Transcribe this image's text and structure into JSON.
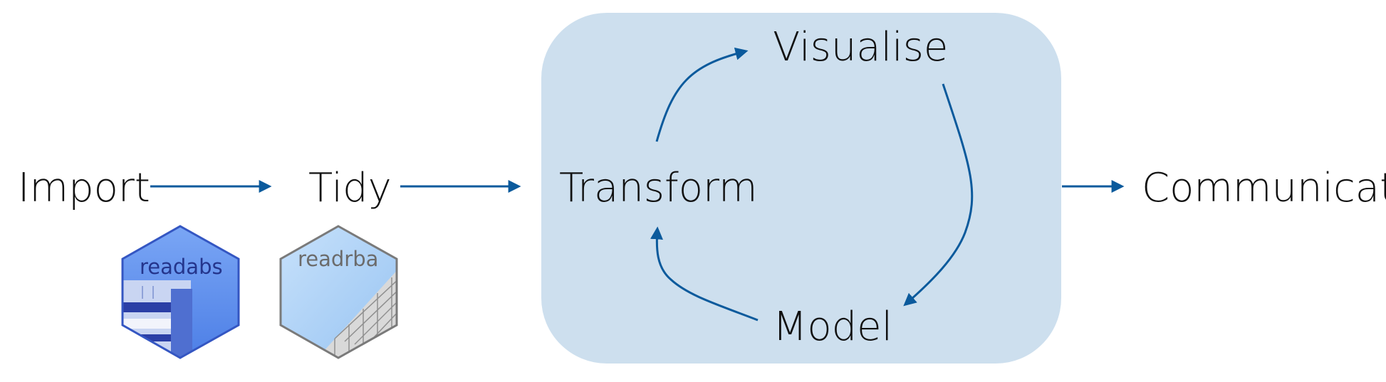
{
  "nodes": {
    "import": "Import",
    "tidy": "Tidy",
    "transform": "Transform",
    "visualise": "Visualise",
    "model": "Model",
    "communicate": "Communicate"
  },
  "packages": [
    {
      "label": "readabs",
      "icon": "readabs-hex-sticker-icon"
    },
    {
      "label": "readrba",
      "icon": "readrba-hex-sticker-icon"
    }
  ],
  "colors": {
    "arrow": "#0b5a9c",
    "cycle_panel": "#cddfee",
    "readabs_fill": "#5b8ff0",
    "readabs_border": "#3456c2",
    "readrba_fill": "#a9cff6",
    "readrba_border": "#7a7a7a",
    "text": "#111111"
  }
}
